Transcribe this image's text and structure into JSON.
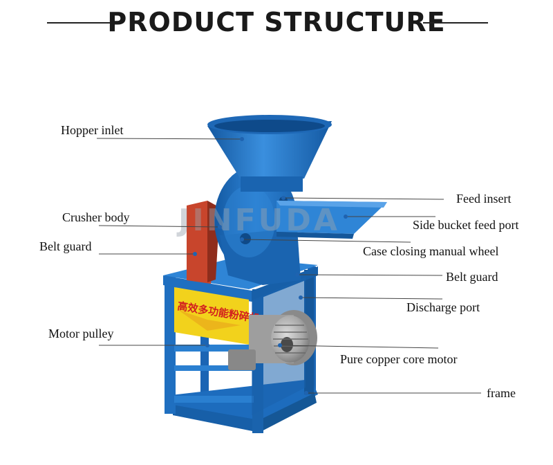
{
  "title": "PRODUCT STRUCTURE",
  "watermark": "JINFUDA",
  "machine_plate": "高效多功能粉碎机",
  "labels": {
    "hopper_inlet": "Hopper inlet",
    "crusher_body": "Crusher body",
    "belt_guard_left": "Belt guard",
    "motor_pulley": "Motor pulley",
    "feed_insert": "Feed insert",
    "side_bucket": "Side bucket feed port",
    "case_wheel": "Case closing manual wheel",
    "belt_guard_right": "Belt guard",
    "discharge_port": "Discharge port",
    "motor": "Pure copper core motor",
    "frame": "frame"
  },
  "colors": {
    "machine_blue": "#1f6fc0",
    "belt_guard_red": "#c8452c",
    "plate_yellow": "#f2d21c",
    "plate_text_red": "#d21f1f"
  }
}
